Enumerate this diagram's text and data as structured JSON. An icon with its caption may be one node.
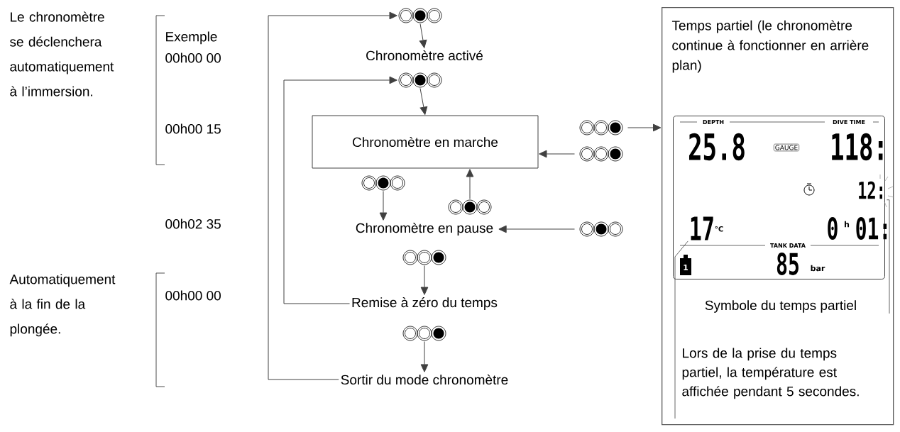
{
  "diagram": {
    "nodes": [
      {
        "text": [
          "Chronomètre activé"
        ]
      },
      {
        "text": [
          "Chronomètre en marche"
        ]
      },
      {
        "text": [
          "Chronomètre en pause"
        ]
      },
      {
        "text": [
          "Remise à zéro du temps"
        ]
      },
      {
        "text": [
          "Sortir du mode chronomètre"
        ]
      },
      {
        "text": [
          "Temps partiel (le chronomètre continue à fonctionner en arrière plan)"
        ]
      },
      {
        "text": [],
        "shape": "box",
        "in": 5
      },
      {
        "text": [
          "Symbole du temps partiel"
        ],
        "in": 5
      },
      {
        "text": [
          "Lors de la prise du temps partiel, la température est affichée pendant 5 secondes."
        ],
        "in": 5
      },
      {
        "text": [
          "17",
          "°C"
        ],
        "in": 6
      },
      {
        "text": [],
        "shape": "buttons"
      },
      {
        "text": [],
        "shape": "buttons"
      },
      {
        "text": [],
        "shape": "buttons"
      },
      {
        "text": [],
        "shape": "buttons"
      },
      {
        "text": [],
        "shape": "buttons"
      },
      {
        "text": [],
        "shape": "buttons"
      },
      {
        "text": [],
        "shape": "buttons"
      },
      {
        "text": [],
        "shape": "buttons"
      },
      {
        "text": [],
        "shape": "buttons"
      },
      {
        "text": [
          "12:"
        ],
        "in": 6
      }
    ],
    "edges": [
      {
        "from": 10,
        "to": 0,
        "arrow": "to"
      },
      {
        "from": 11,
        "to": 1,
        "arrow": "to"
      },
      {
        "from": 12,
        "to": 2,
        "arrow": "to"
      },
      {
        "from": 13,
        "to": 1,
        "arrow": "to"
      },
      {
        "from": 14,
        "to": 5,
        "arrow": "to"
      },
      {
        "from": 15,
        "to": 1,
        "arrow": "to"
      },
      {
        "from": 16,
        "to": 2,
        "arrow": "to"
      },
      {
        "from": 17,
        "to": 3,
        "arrow": "to"
      },
      {
        "from": 18,
        "to": 4,
        "arrow": "to"
      },
      {
        "from": 3,
        "to": 11,
        "arrow": "to"
      },
      {
        "from": 4,
        "to": 10,
        "arrow": "to"
      },
      {
        "from": 7,
        "to": 19,
        "arrow": "none"
      },
      {
        "from": 8,
        "to": 9,
        "arrow": "none"
      }
    ],
    "labels": [
      "Le chronomètre se déclenchera automatiquement à l’immersion.",
      "Exemple",
      "00h00 00",
      "00h00 15",
      "00h02 35",
      "Automatiquement à la fin de la plongée.",
      "00h00 00",
      "DEPTH",
      "DIVE TIME",
      "25.8",
      "GAUGE",
      "118:",
      "0",
      "h",
      "01:",
      "TANK DATA",
      "1",
      "85",
      "bar"
    ]
  }
}
